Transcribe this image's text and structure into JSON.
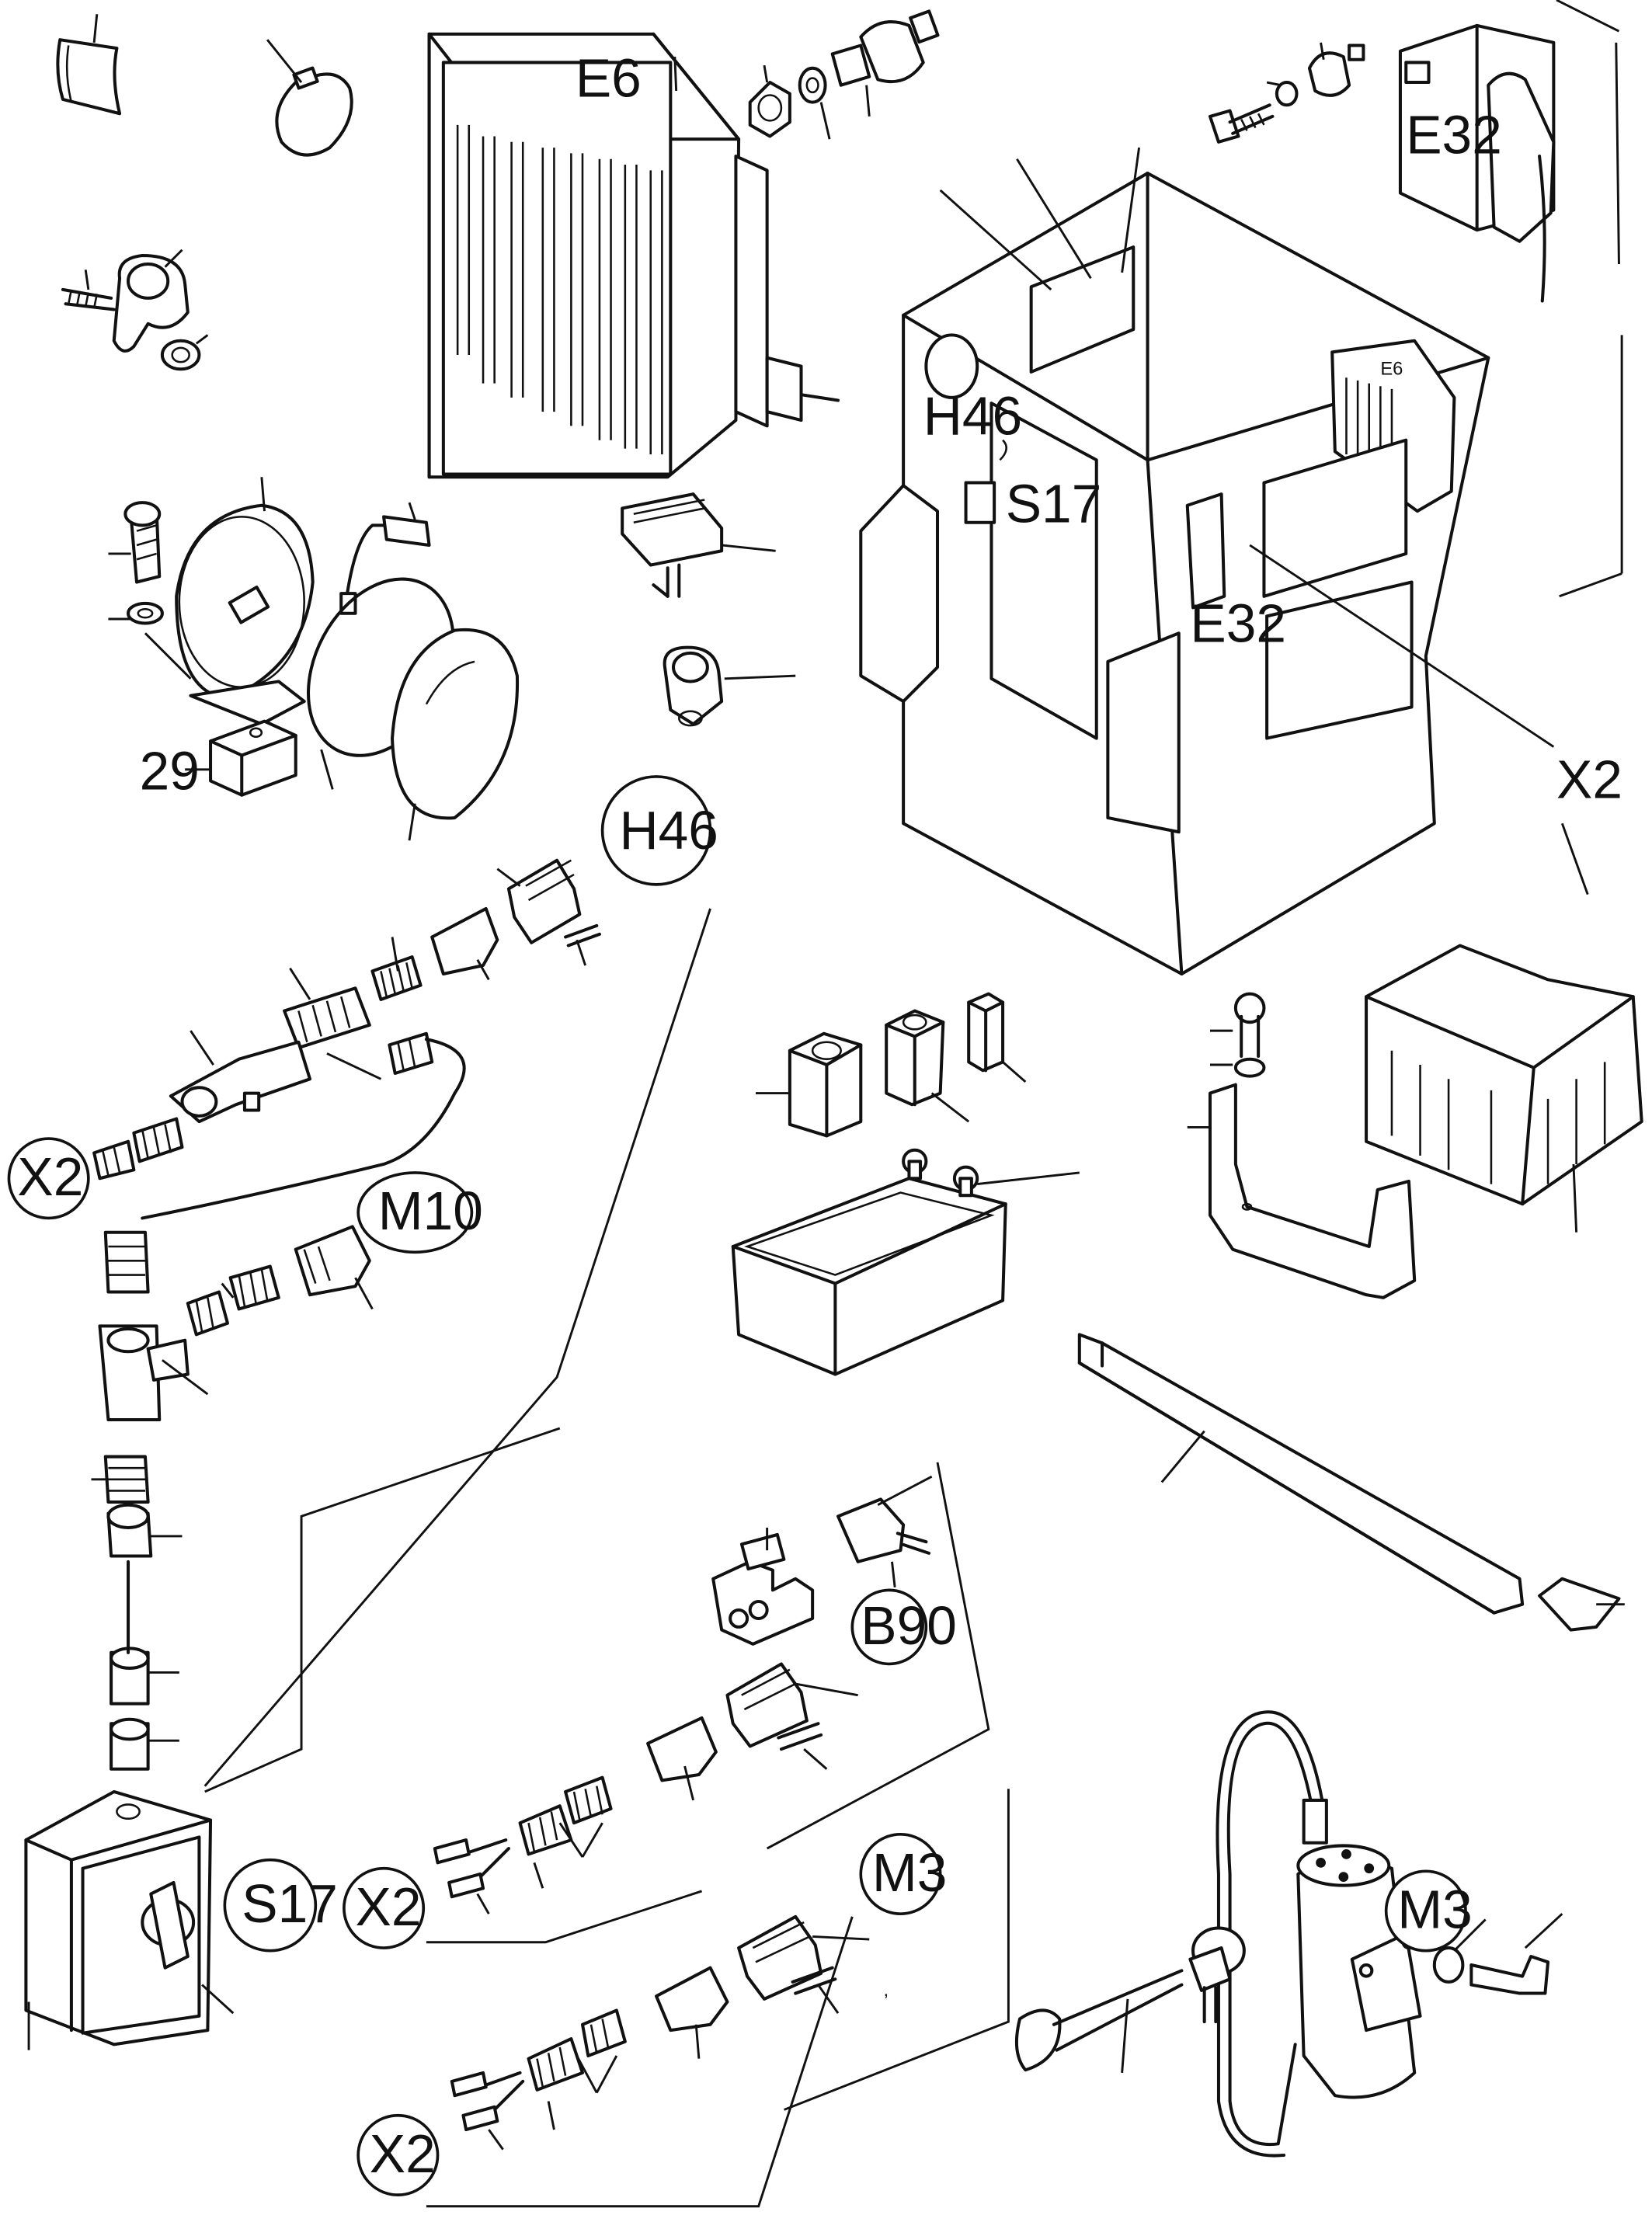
{
  "labels": {
    "e6_top": "E6",
    "e6_small": "E6",
    "e32_top": "E32",
    "e32_mid": "E32",
    "h46_cabinet": "H46",
    "s17_cabinet": "S17",
    "x2_cabinet": "X2",
    "part_29": "29",
    "h46_bubble": "H46",
    "x2_bubble_left": "X2",
    "m10_bubble": "M10",
    "b90_bubble": "B90",
    "s17_bubble": "S17",
    "x2_bubble_mid": "X2",
    "m3_bubble_mid": "M3",
    "x2_bubble_bottom": "X2",
    "m3_bubble_right": "M3",
    "comma_mark": ","
  }
}
